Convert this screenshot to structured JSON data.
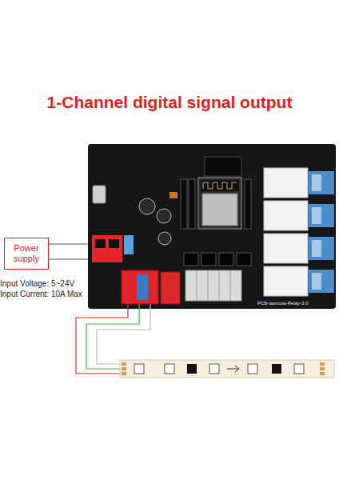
{
  "diagram": {
    "title": "1-Channel digital signal output",
    "nodes": [
      {
        "text": [
          "Power supply"
        ]
      }
    ],
    "labels": [
      "Input Voltage: 5~24V",
      "Input Current: 10A Max",
      "PCB-tasmota-Relay-3.0"
    ]
  }
}
